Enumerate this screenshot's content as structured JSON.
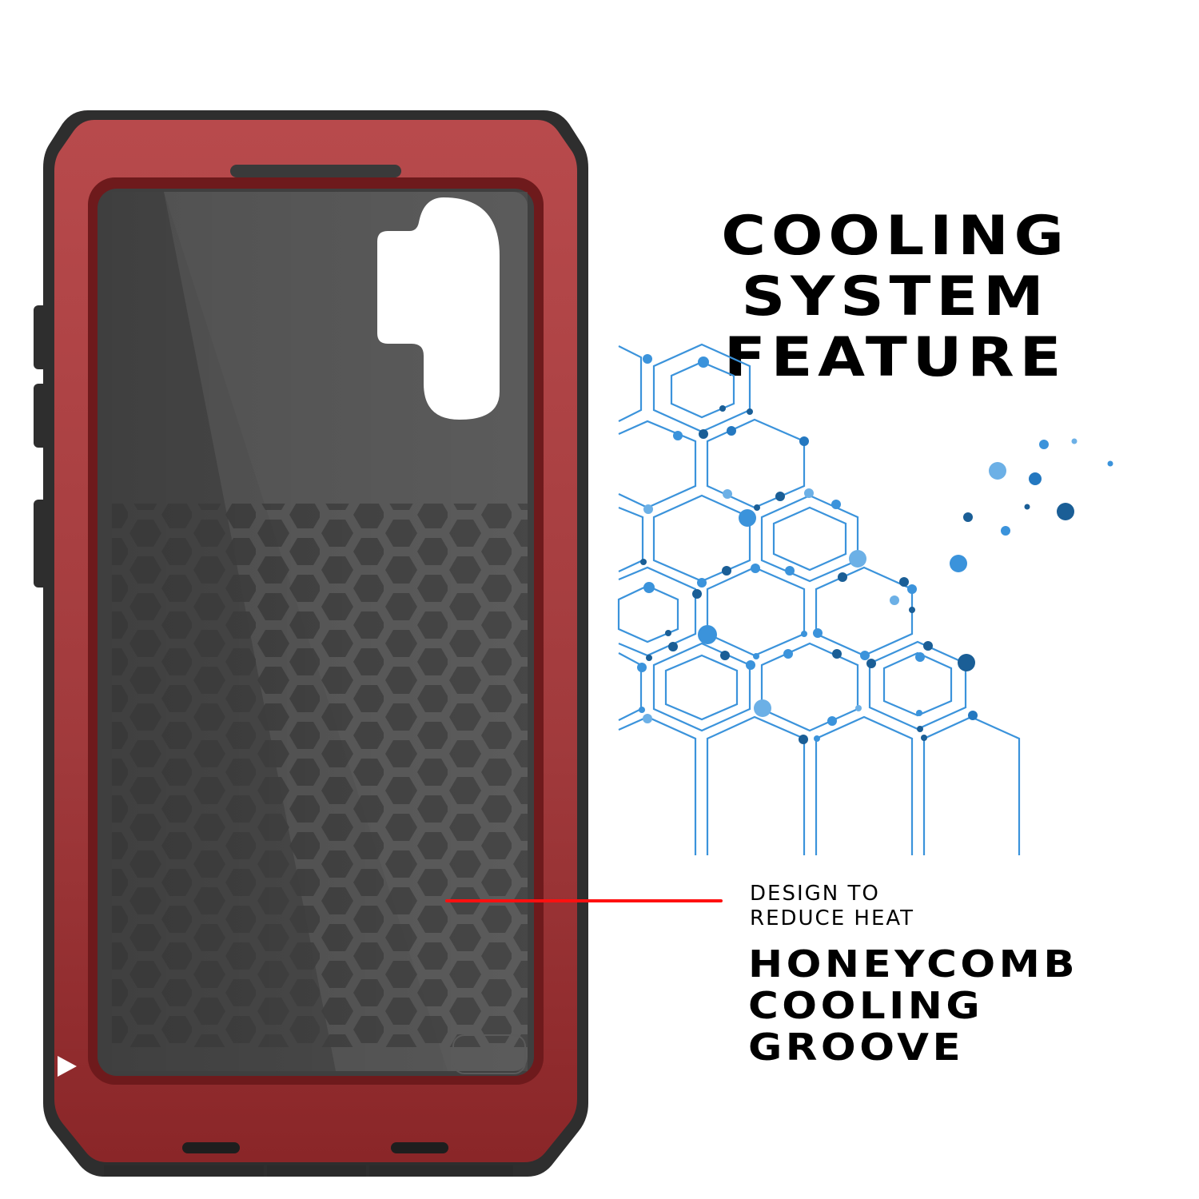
{
  "heading": {
    "line1": "COOLING SYSTEM",
    "line2": "FEATURE"
  },
  "callout": {
    "subtitle_line1": "DESIGN TO",
    "subtitle_line2": "REDUCE HEAT",
    "feature_line1": "HONEYCOMB",
    "feature_line2": "COOLING",
    "feature_line3": "GROOVE",
    "line_color": "#ff1010"
  },
  "product": {
    "description": "red metal rugged phone case, back interior view",
    "frame_color": "#b5484a",
    "frame_inner_color": "#7a1d20",
    "bumper_color": "#2e2e2e",
    "interior_color": "#4a4a4a",
    "pattern": "honeycomb"
  },
  "graphic": {
    "description": "blue hexagon molecular network",
    "colors": [
      "#3b93db",
      "#6cb0e6",
      "#1a5e96",
      "#2478c0"
    ]
  },
  "icons": {
    "arrow": "▶"
  }
}
